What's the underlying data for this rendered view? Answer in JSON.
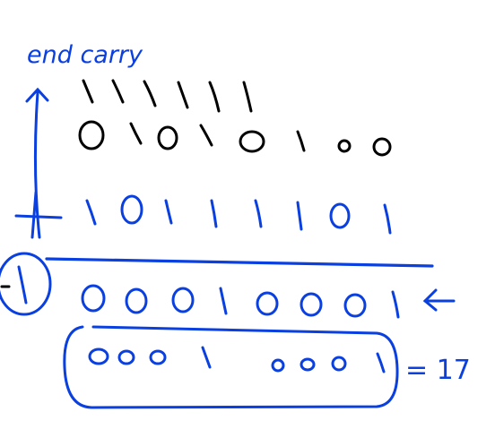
{
  "ink": {
    "black": "#000000",
    "blue": "#0a3fe0"
  },
  "title": "end carry",
  "carry_row": [
    "1",
    "1",
    "1",
    "1",
    "1",
    "1"
  ],
  "row1": [
    "0",
    "1",
    "0",
    "1",
    "0",
    "1",
    "0",
    "0"
  ],
  "row2": [
    "1",
    "0",
    "1",
    "1",
    "1",
    "1",
    "0",
    "1"
  ],
  "end_carry_bit": "1",
  "sum_row": [
    "0",
    "0",
    "0",
    "1",
    "0",
    "0",
    "0",
    "1"
  ],
  "result_row": [
    "0",
    "0",
    "0",
    "1",
    "0",
    "0",
    "0",
    "1"
  ],
  "result_value": "= 17"
}
